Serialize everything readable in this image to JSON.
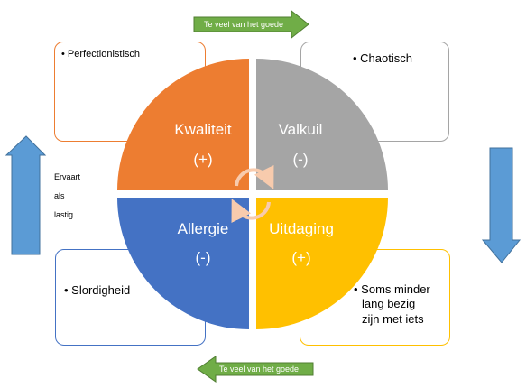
{
  "arrows": {
    "top_label": "Te veel van het goede",
    "bottom_label": "Te veel van het goede"
  },
  "quadrants": {
    "kwaliteit": {
      "title": "Kwaliteit",
      "sign": "(+)"
    },
    "valkuil": {
      "title": "Valkuil",
      "sign": "(-)"
    },
    "allergie": {
      "title": "Allergie",
      "sign": "(-)"
    },
    "uitdaging": {
      "title": "Uitdaging",
      "sign": "(+)"
    }
  },
  "boxes": {
    "top_left": {
      "text": "Perfectionistisch"
    },
    "top_right": {
      "text": "Chaotisch"
    },
    "bottom_left": {
      "text": "Slordigheid"
    },
    "bottom_right": {
      "line1": "Soms minder",
      "line2": "lang bezig",
      "line3": "zijn met iets"
    }
  },
  "side_note": {
    "line1": "Ervaart",
    "line2": "als",
    "line3": "lastig"
  },
  "colors": {
    "kwaliteit": "#ED7D31",
    "valkuil": "#A5A5A5",
    "allergie": "#4472C4",
    "uitdaging": "#FFC000",
    "arrow_green": "#70AD47",
    "arrow_blue": "#5B9BD5",
    "cycle_arrow": "#F8CBAD"
  }
}
